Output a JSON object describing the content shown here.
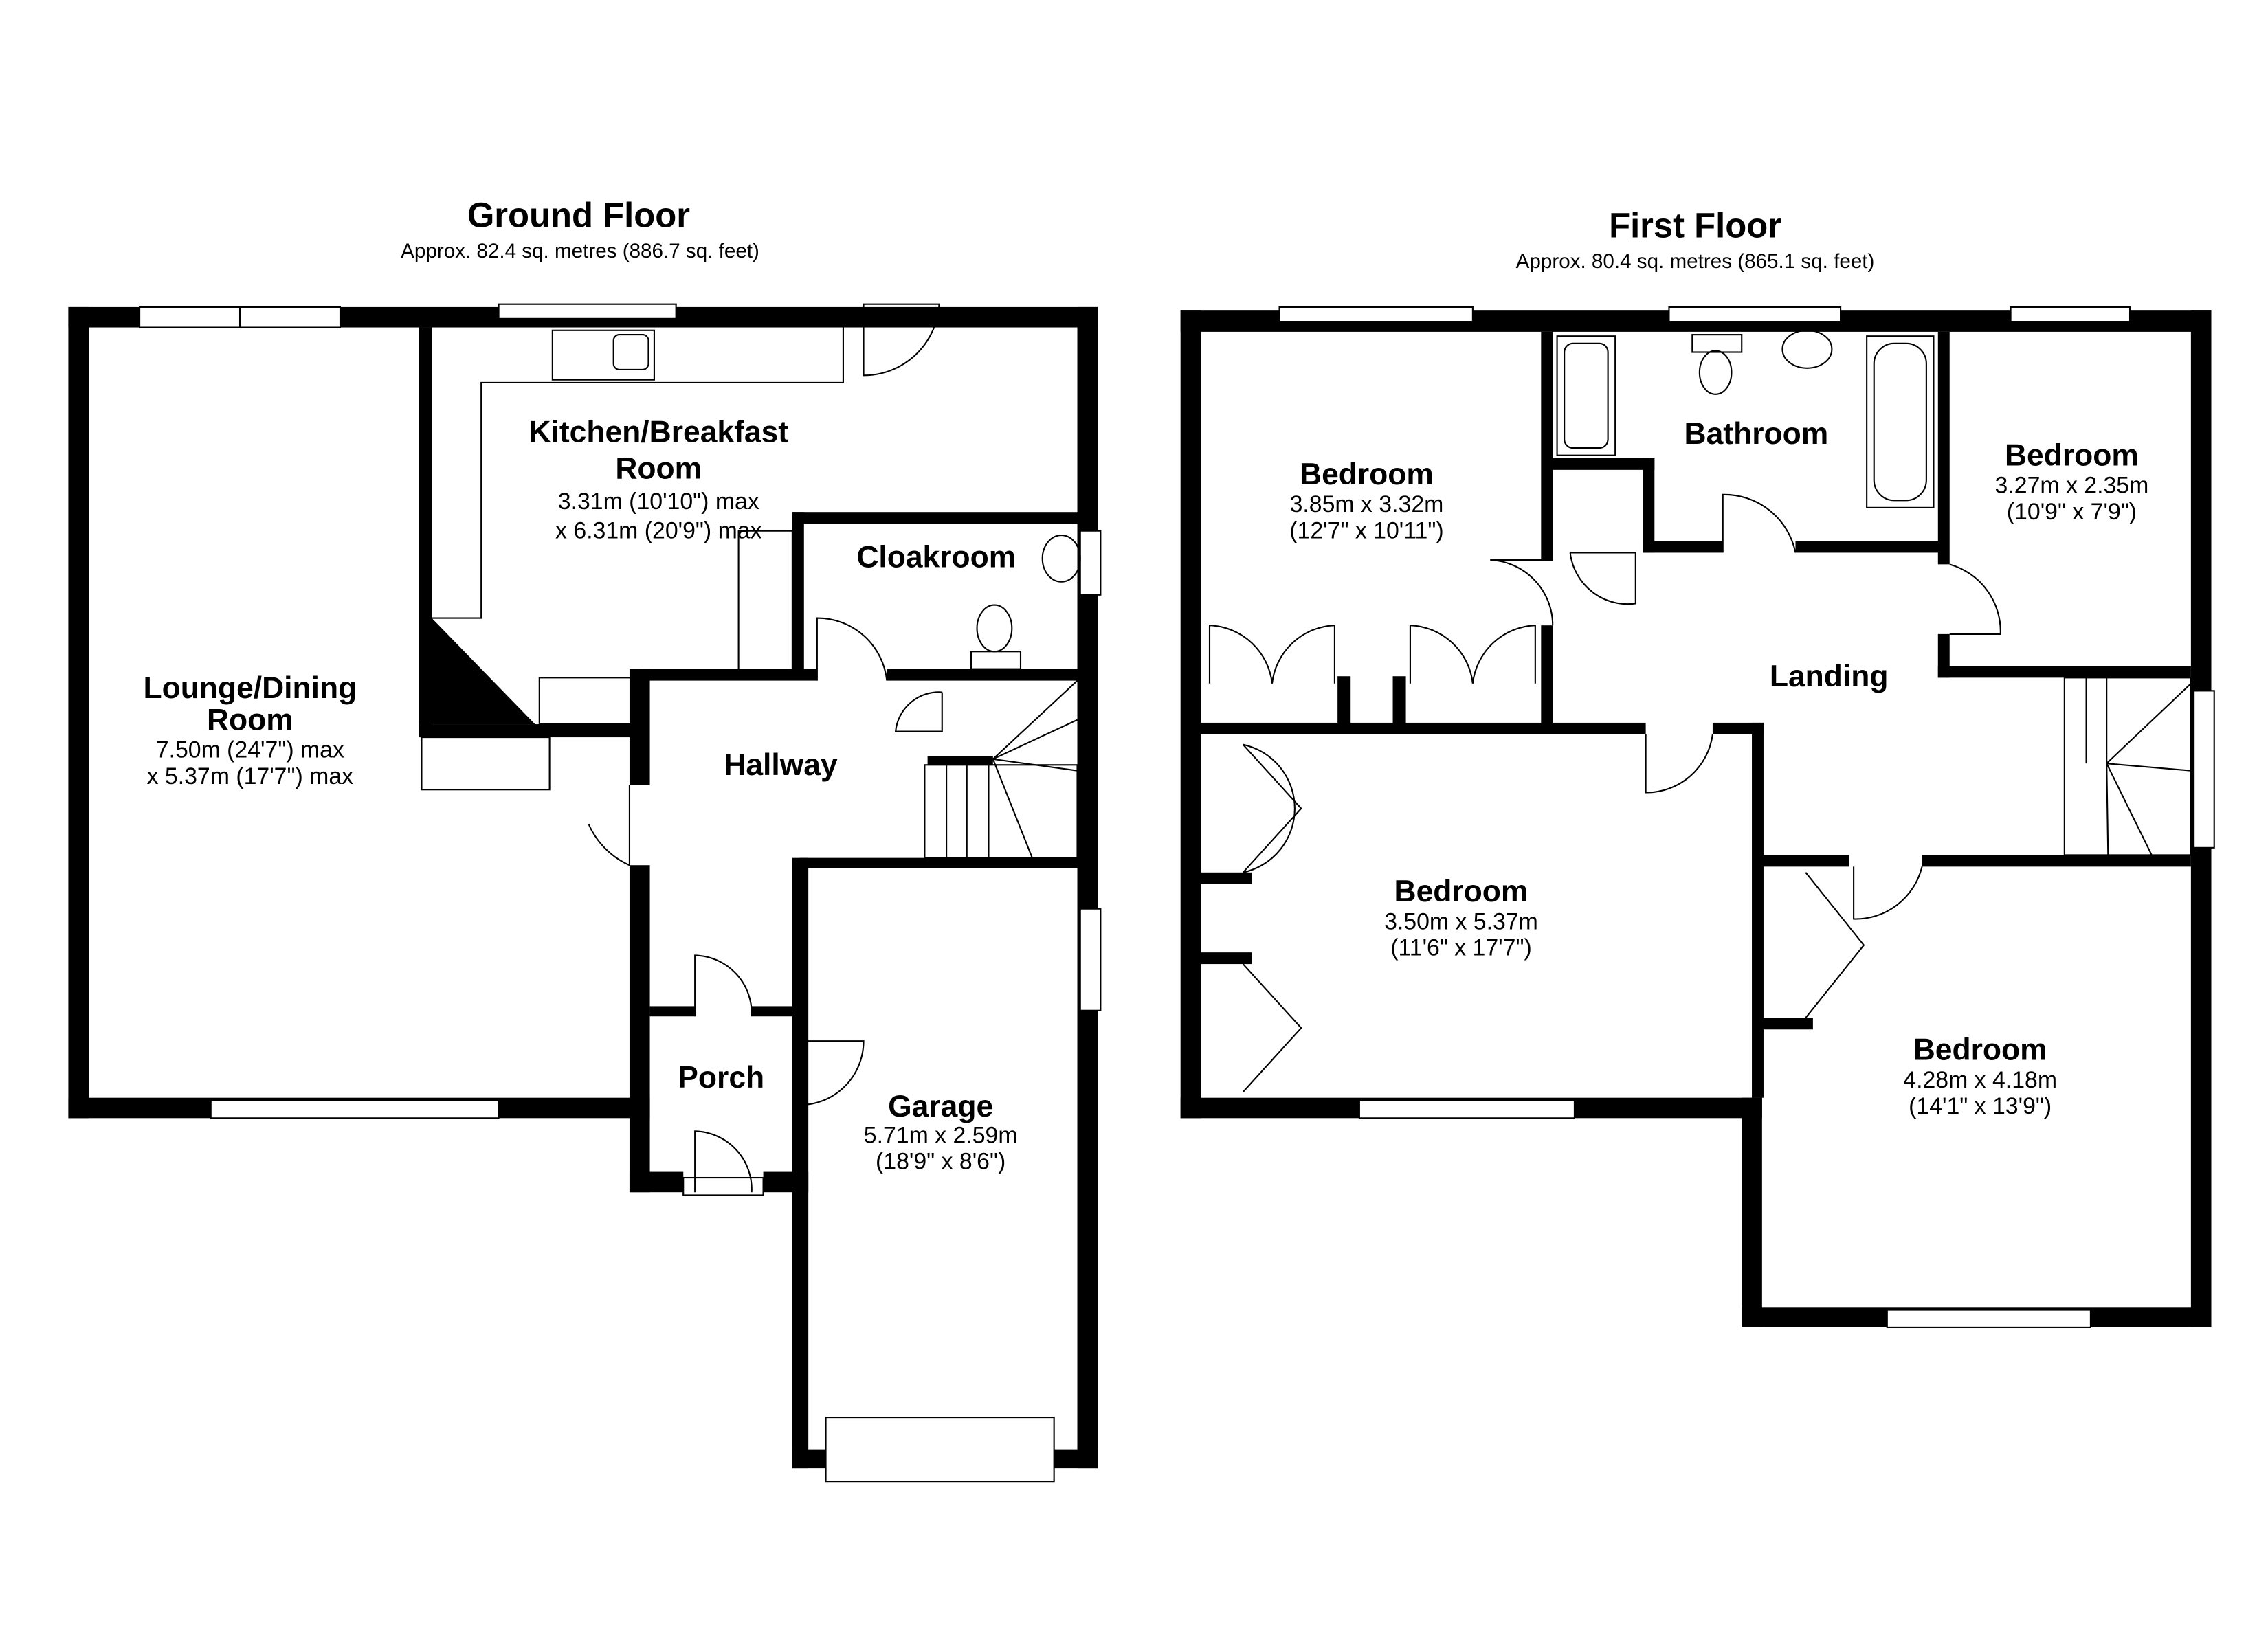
{
  "ground_floor": {
    "title": "Ground Floor",
    "area": "Approx. 82.4 sq. metres (886.7 sq. feet)",
    "rooms": [
      {
        "name": "Lounge/Dining",
        "name2": "Room",
        "dim1": "7.50m (24'7\") max",
        "dim2": "x 5.37m (17'7\") max"
      },
      {
        "name": "Kitchen/Breakfast",
        "name2": "Room",
        "dim1": "3.31m (10'10\") max",
        "dim2": "x 6.31m (20'9\") max"
      },
      {
        "name": "Cloakroom"
      },
      {
        "name": "Hallway"
      },
      {
        "name": "Porch"
      },
      {
        "name": "Garage",
        "dim1": "5.71m x 2.59m",
        "dim2": "(18'9\" x 8'6\")"
      }
    ]
  },
  "first_floor": {
    "title": "First Floor",
    "area": "Approx. 80.4 sq. metres (865.1 sq. feet)",
    "rooms": [
      {
        "name": "Bedroom",
        "dim1": "3.85m x 3.32m",
        "dim2": "(12'7\" x 10'11\")"
      },
      {
        "name": "Bathroom"
      },
      {
        "name": "Bedroom",
        "dim1": "3.27m x 2.35m",
        "dim2": "(10'9\" x 7'9\")"
      },
      {
        "name": "Landing"
      },
      {
        "name": "Bedroom",
        "dim1": "3.50m x 5.37m",
        "dim2": "(11'6\" x 17'7\")"
      },
      {
        "name": "Bedroom",
        "dim1": "4.28m x 4.18m",
        "dim2": "(14'1\" x 13'9\")"
      }
    ]
  }
}
